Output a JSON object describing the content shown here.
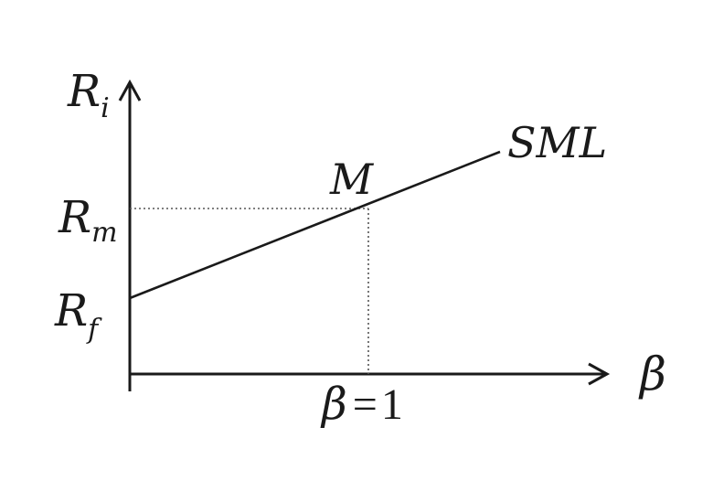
{
  "diagram": {
    "y_axis_label": {
      "main": "R",
      "sub": "i"
    },
    "x_axis_label": "β",
    "line_label": "SML",
    "point_label": "M",
    "y_tick_market": {
      "main": "R",
      "sub": "m"
    },
    "y_tick_riskfree": {
      "main": "R",
      "sub": "f"
    },
    "x_tick": {
      "symbol": "β",
      "equals": "=",
      "value": "1"
    }
  }
}
